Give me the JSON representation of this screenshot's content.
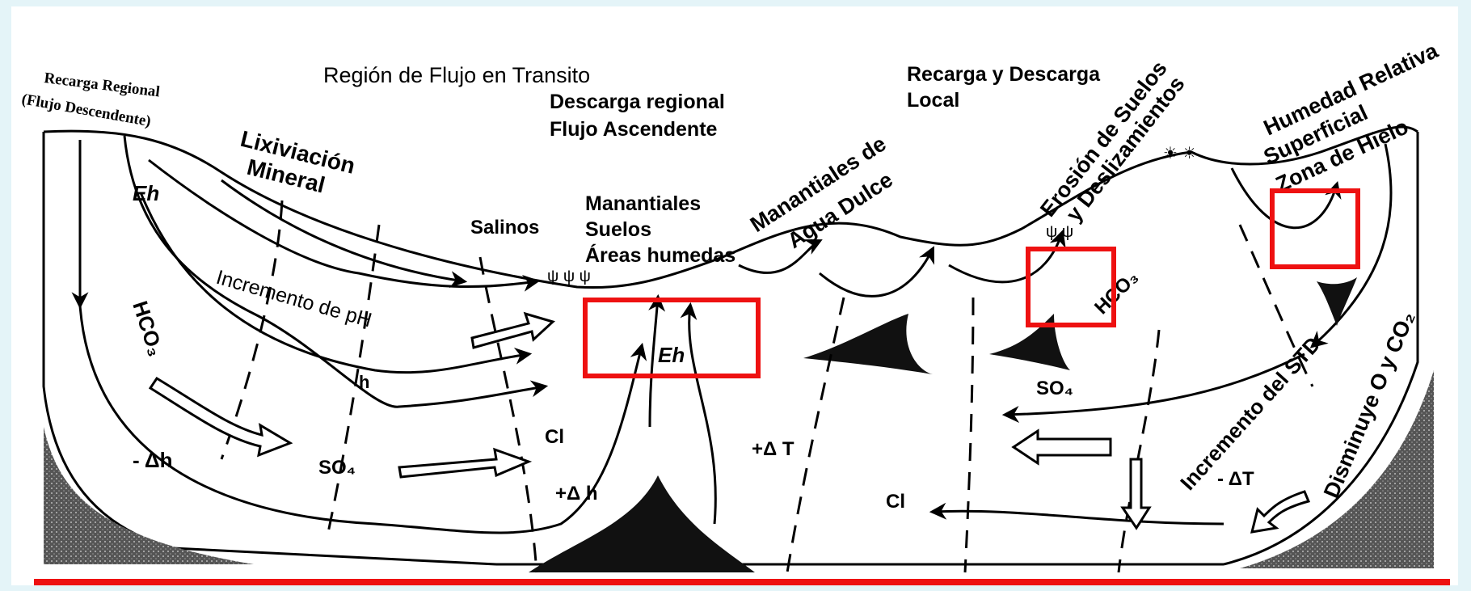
{
  "labels": {
    "recarga_regional_1": "Recarga Regional",
    "recarga_regional_2": "(Flujo Descendente)",
    "region_transito": "Región de Flujo en Transito",
    "descarga_regional_1": "Descarga regional",
    "descarga_regional_2": "Flujo Ascendente",
    "recarga_descarga_local_1": "Recarga y Descarga",
    "recarga_descarga_local_2": "Local",
    "lixiviacion_1": "Lixiviación",
    "lixiviacion_2": "Mineral",
    "salinos": "Salinos",
    "manantiales_1": "Manantiales",
    "manantiales_2": "Suelos",
    "manantiales_3": "Áreas humedas",
    "manantiales_dulce_1": "Manantiales de",
    "manantiales_dulce_2": "Agua Dulce",
    "erosion_1": "Erosión de Suelos",
    "erosion_2": "y Deslizamientos",
    "humedad_1": "Humedad Relativa",
    "humedad_2": "Superficial",
    "humedad_3": "Zona de Hielo",
    "eh_left": "Eh",
    "eh_center": "Eh",
    "hco3_left": "HCO₃",
    "hco3_right": "HCO₃",
    "incremento_ph": "Incremento de pH",
    "h": "h",
    "minus_delta_h": "- Δh",
    "so4_left": "SO₄",
    "so4_right": "SO₄",
    "cl_left": "Cl",
    "cl_right": "Cl",
    "plus_delta_h": "+Δ h",
    "plus_delta_t": "+Δ T",
    "incremento_std": "Incremento del STD",
    "minus_delta_t": "- ΔT",
    "disminuye": "Disminuye O y CO₂"
  },
  "colors": {
    "highlight": "#ee1111",
    "background": "#e4f4f8",
    "ink": "#000000"
  }
}
